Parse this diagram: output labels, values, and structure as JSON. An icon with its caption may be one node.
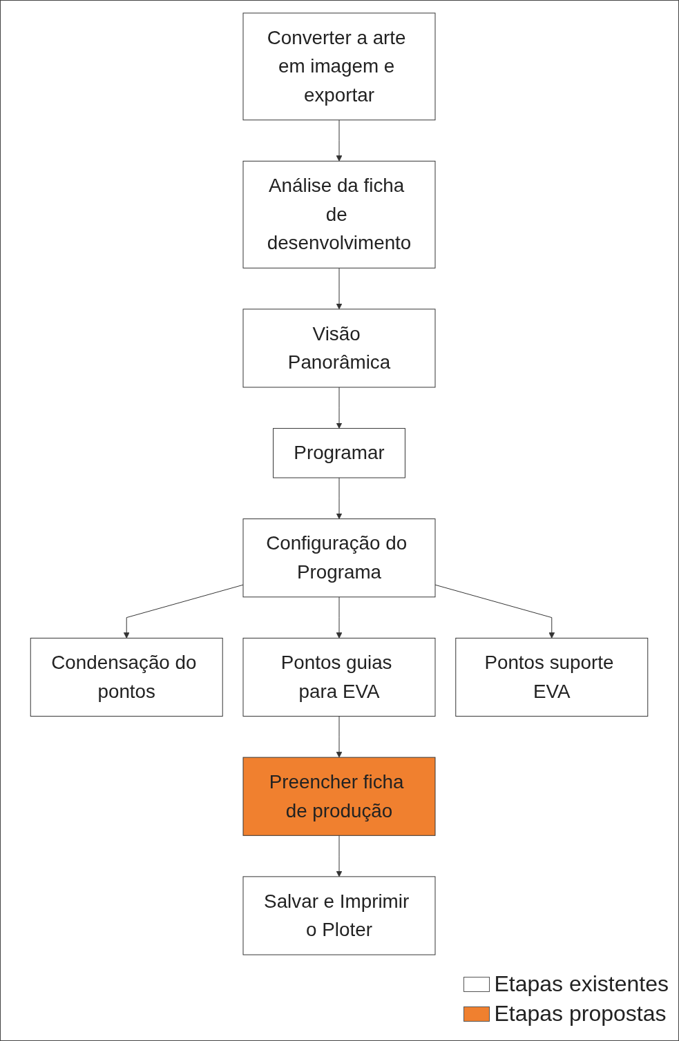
{
  "diagram": {
    "nodes": [
      {
        "text": [
          "Converter a arte em imagem e exportar"
        ]
      },
      {
        "text": [
          "Análise da ficha de desenvolvimento"
        ]
      },
      {
        "text": [
          "Visão Panorâmica"
        ]
      },
      {
        "text": [
          "Programar"
        ]
      },
      {
        "text": [
          "Configuração do Programa"
        ]
      },
      {
        "text": [
          "Condensação do pontos"
        ]
      },
      {
        "text": [
          "Pontos guias para EVA"
        ]
      },
      {
        "text": [
          "Pontos suporte EVA"
        ]
      },
      {
        "text": [
          "Preencher ficha de produção"
        ]
      },
      {
        "text": [
          "Salvar e Imprimir o Ploter"
        ]
      }
    ],
    "edges": [
      {
        "from": 0,
        "to": 1,
        "arrow": "to"
      },
      {
        "from": 1,
        "to": 2,
        "arrow": "to"
      },
      {
        "from": 2,
        "to": 3,
        "arrow": "to"
      },
      {
        "from": 3,
        "to": 4,
        "arrow": "to"
      },
      {
        "from": 4,
        "to": 5,
        "arrow": "to"
      },
      {
        "from": 4,
        "to": 6,
        "arrow": "to"
      },
      {
        "from": 4,
        "to": 7,
        "arrow": "to"
      },
      {
        "from": 6,
        "to": 8,
        "arrow": "to"
      },
      {
        "from": 8,
        "to": 9,
        "arrow": "to"
      }
    ],
    "legend": [
      {
        "text": "Etapas existentes",
        "color": "#ffffff"
      },
      {
        "text": "Etapas propostas",
        "color": "#f0802f"
      }
    ]
  }
}
